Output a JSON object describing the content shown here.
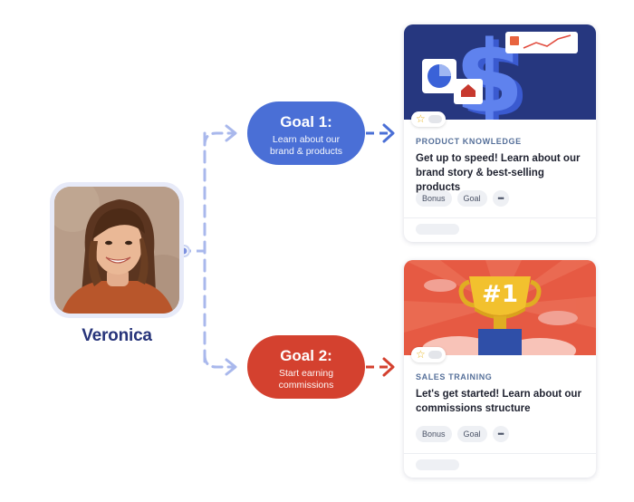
{
  "person": {
    "name": "Veronica"
  },
  "goals": [
    {
      "title": "Goal 1:",
      "subtitle_line1": "Learn about our",
      "subtitle_line2": "brand & products",
      "color": "#4a6fd6"
    },
    {
      "title": "Goal 2:",
      "subtitle_line1": "Start earning",
      "subtitle_line2": "commissions",
      "color": "#d4412f"
    }
  ],
  "cards": [
    {
      "category": "PRODUCT KNOWLEDGE",
      "title": "Get up to speed! Learn about our brand story & best-selling products",
      "tags": [
        "Bonus",
        "Goal",
        "•••"
      ],
      "art": "dollar-sign-analytics-art",
      "art_color": "#2c3e8a"
    },
    {
      "category": "SALES TRAINING",
      "title": "Let's get started! Learn about our commissions structure",
      "tags": [
        "Bonus",
        "Goal",
        "•••"
      ],
      "art": "number-one-trophy-art",
      "art_text": "#1",
      "art_color": "#e65a43"
    }
  ],
  "colors": {
    "connector": "#a9b8ec",
    "name": "#27347a",
    "star": "#e9b522"
  }
}
